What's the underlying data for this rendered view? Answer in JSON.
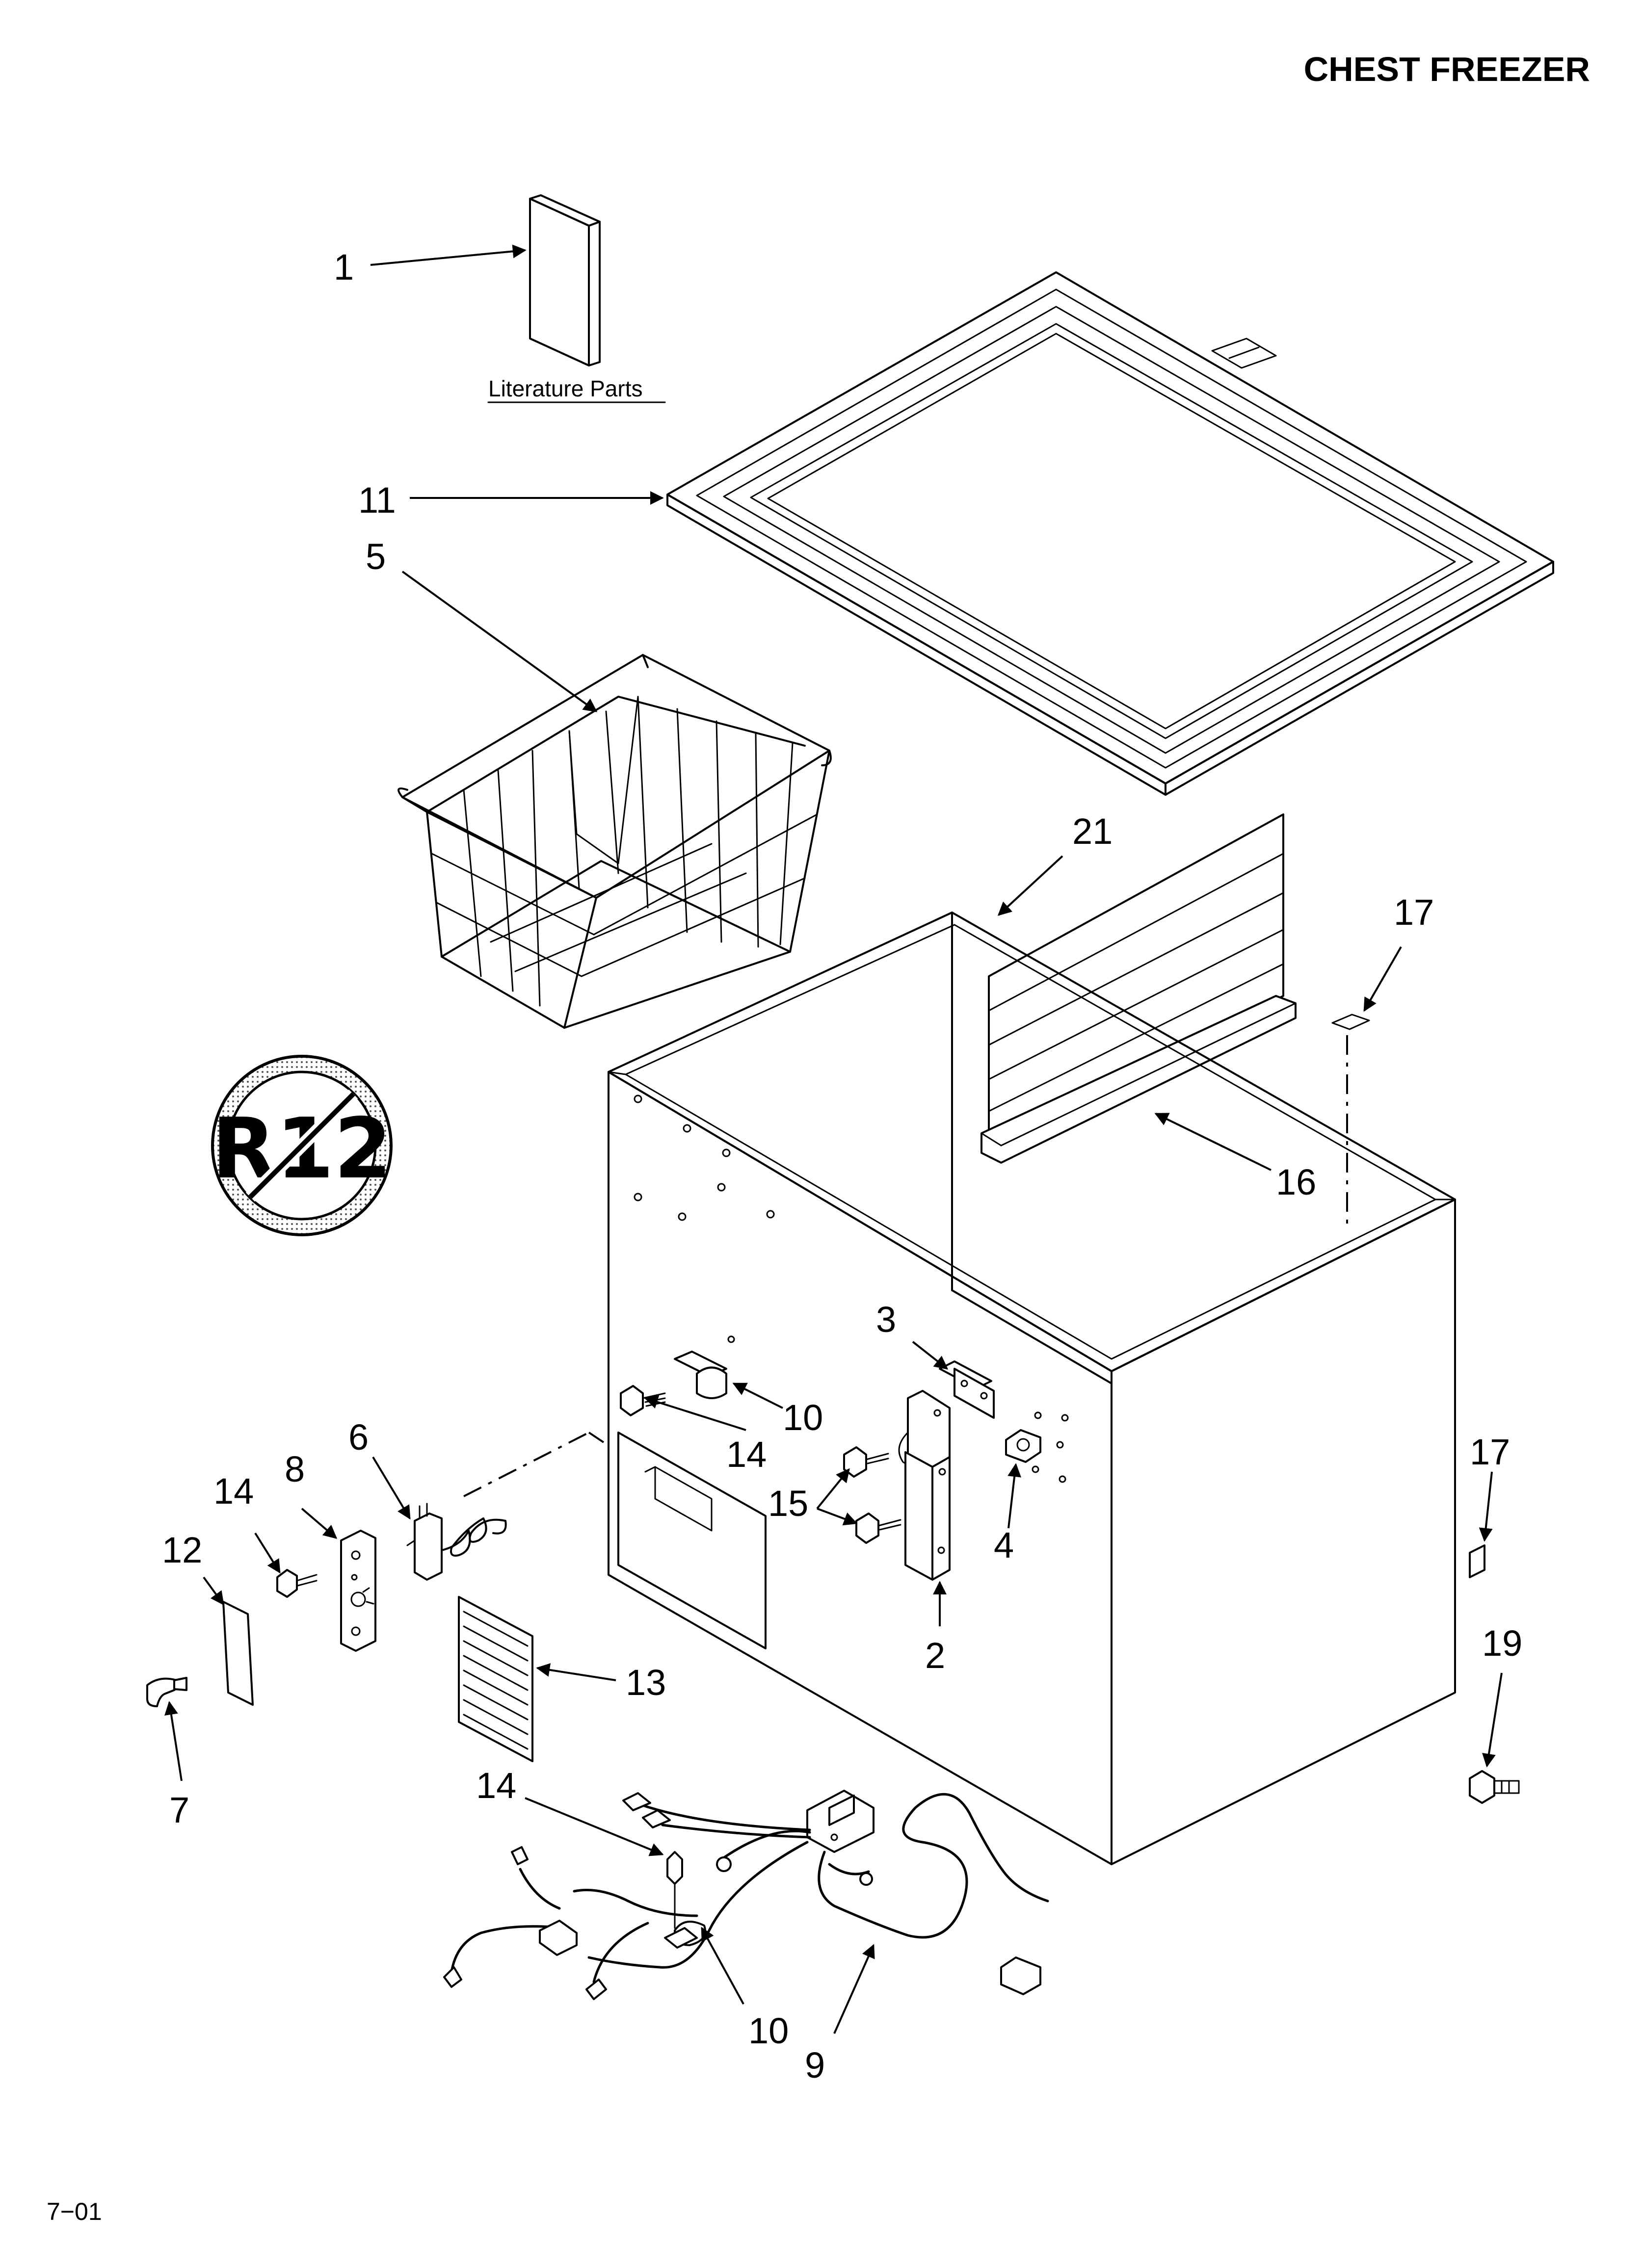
{
  "title": "CHEST FREEZER",
  "literature_label": "Literature Parts",
  "badge_text": "R12",
  "footer_code": "7−01",
  "callouts": {
    "c1": "1",
    "c11": "11",
    "c5": "5",
    "c21": "21",
    "c17a": "17",
    "c16": "16",
    "c3": "3",
    "c10a": "10",
    "c14a": "14",
    "c6": "6",
    "c17b": "17",
    "c14b": "14",
    "c8": "8",
    "c15": "15",
    "c4": "4",
    "c12": "12",
    "c2": "2",
    "c19": "19",
    "c13": "13",
    "c7": "7",
    "c14c": "14",
    "c10b": "10",
    "c9": "9"
  }
}
